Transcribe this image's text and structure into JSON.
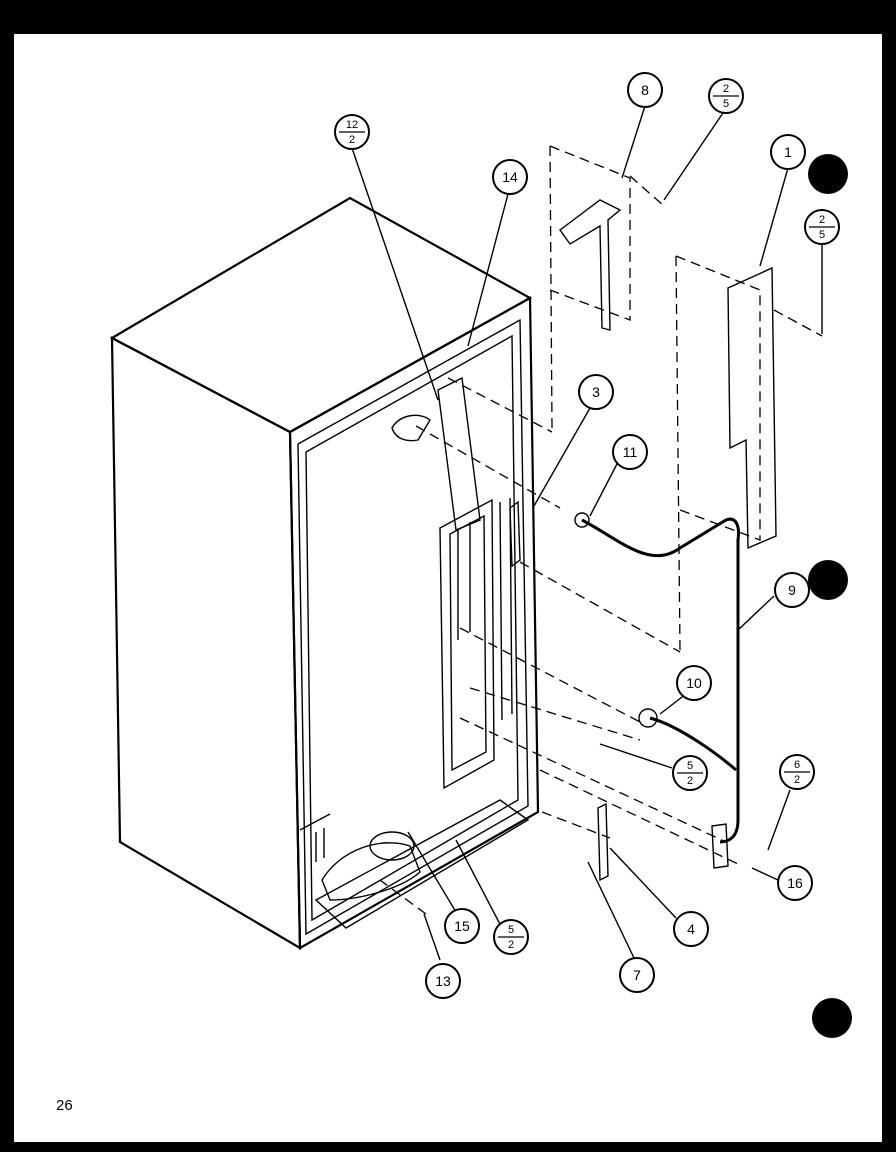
{
  "page_number": "26",
  "callouts": {
    "c1": "1",
    "c3": "3",
    "c4": "4",
    "c7": "7",
    "c8": "8",
    "c9": "9",
    "c10": "10",
    "c11": "11",
    "c13": "13",
    "c14": "14",
    "c15": "15",
    "c16": "16",
    "f_2_5_top": {
      "top": "2",
      "bottom": "5"
    },
    "f_2_5_right": {
      "top": "2",
      "bottom": "5"
    },
    "f_12_2": {
      "top": "12",
      "bottom": "2"
    },
    "f_5_2_mid": {
      "top": "5",
      "bottom": "2"
    },
    "f_6_2": {
      "top": "6",
      "bottom": "2"
    },
    "f_5_2_bottom": {
      "top": "5",
      "bottom": "2"
    }
  }
}
